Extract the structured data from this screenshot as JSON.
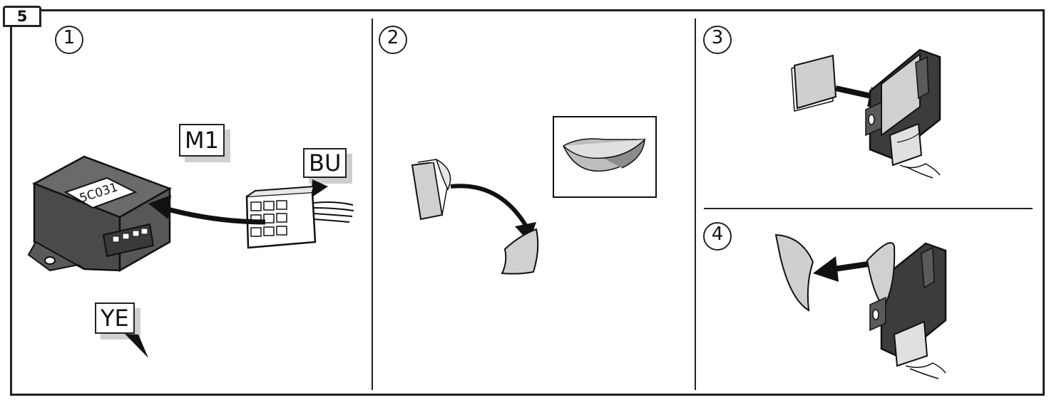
{
  "step_number": "5",
  "panels": [
    {
      "number": "1"
    },
    {
      "number": "2"
    },
    {
      "number": "3"
    },
    {
      "number": "4"
    }
  ],
  "labels": {
    "module": "M1",
    "connector": "BU",
    "wire": "YE",
    "module_marking": "5C031"
  },
  "icons": [
    "control-module-icon",
    "wire-connector-icon",
    "insert-arrow-icon",
    "adhesive-pad-icon",
    "peel-backing-arrow-icon",
    "adhesive-detail-icon"
  ]
}
